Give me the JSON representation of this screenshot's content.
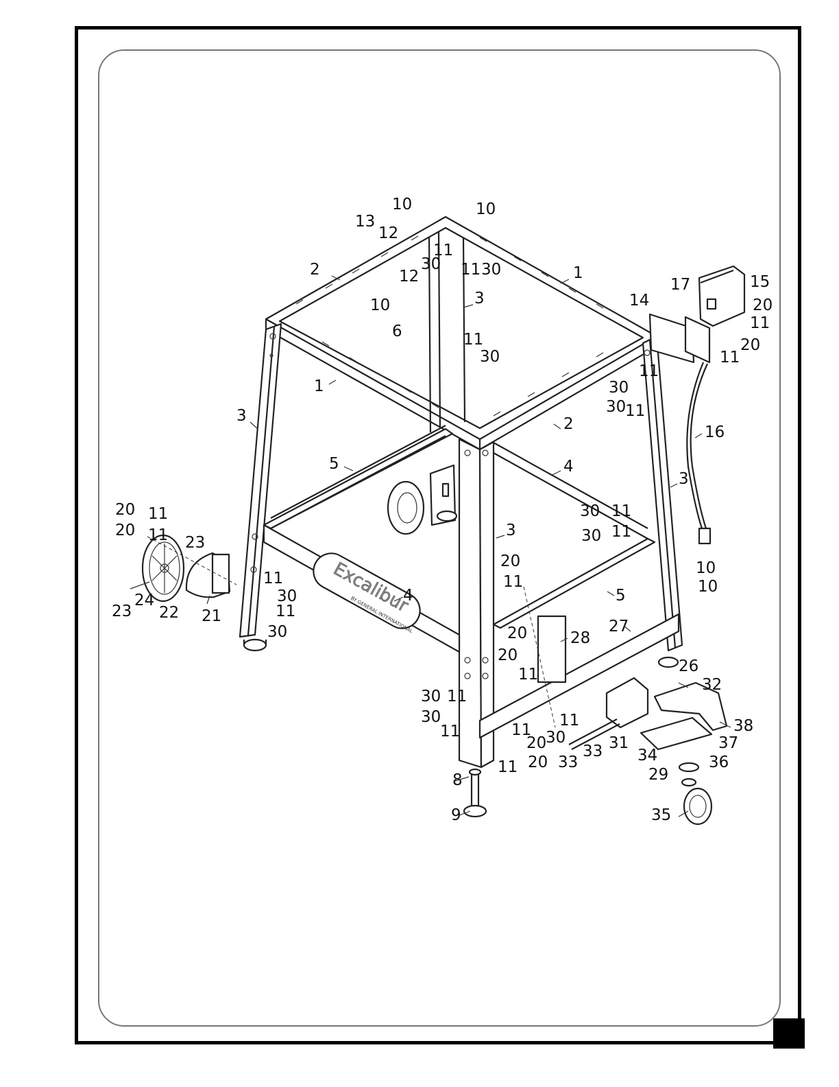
{
  "brand": {
    "logo_text": "Excalibur",
    "logo_subtext": "BY GENERAL INTERNATIONAL"
  },
  "part_labels": [
    "10",
    "10",
    "13",
    "12",
    "11",
    "30",
    "12",
    "11",
    "30",
    "2",
    "1",
    "3",
    "10",
    "6",
    "11",
    "30",
    "1",
    "3",
    "14",
    "17",
    "15",
    "20",
    "11",
    "20",
    "11",
    "30",
    "11",
    "30",
    "11",
    "2",
    "16",
    "5",
    "4",
    "3",
    "3",
    "20",
    "11",
    "20",
    "11",
    "23",
    "30",
    "11",
    "30",
    "11",
    "20",
    "11",
    "10",
    "10",
    "4",
    "5",
    "23",
    "24",
    "22",
    "21",
    "11",
    "30",
    "11",
    "30",
    "27",
    "20",
    "28",
    "20",
    "11",
    "26",
    "32",
    "30",
    "11",
    "30",
    "11",
    "11",
    "30",
    "11",
    "20",
    "38",
    "37",
    "11",
    "20",
    "33",
    "33",
    "31",
    "34",
    "36",
    "29",
    "8",
    "9",
    "35"
  ],
  "colors": {
    "line": "#222222",
    "frame": "#000000",
    "inner_border": "#777777"
  }
}
